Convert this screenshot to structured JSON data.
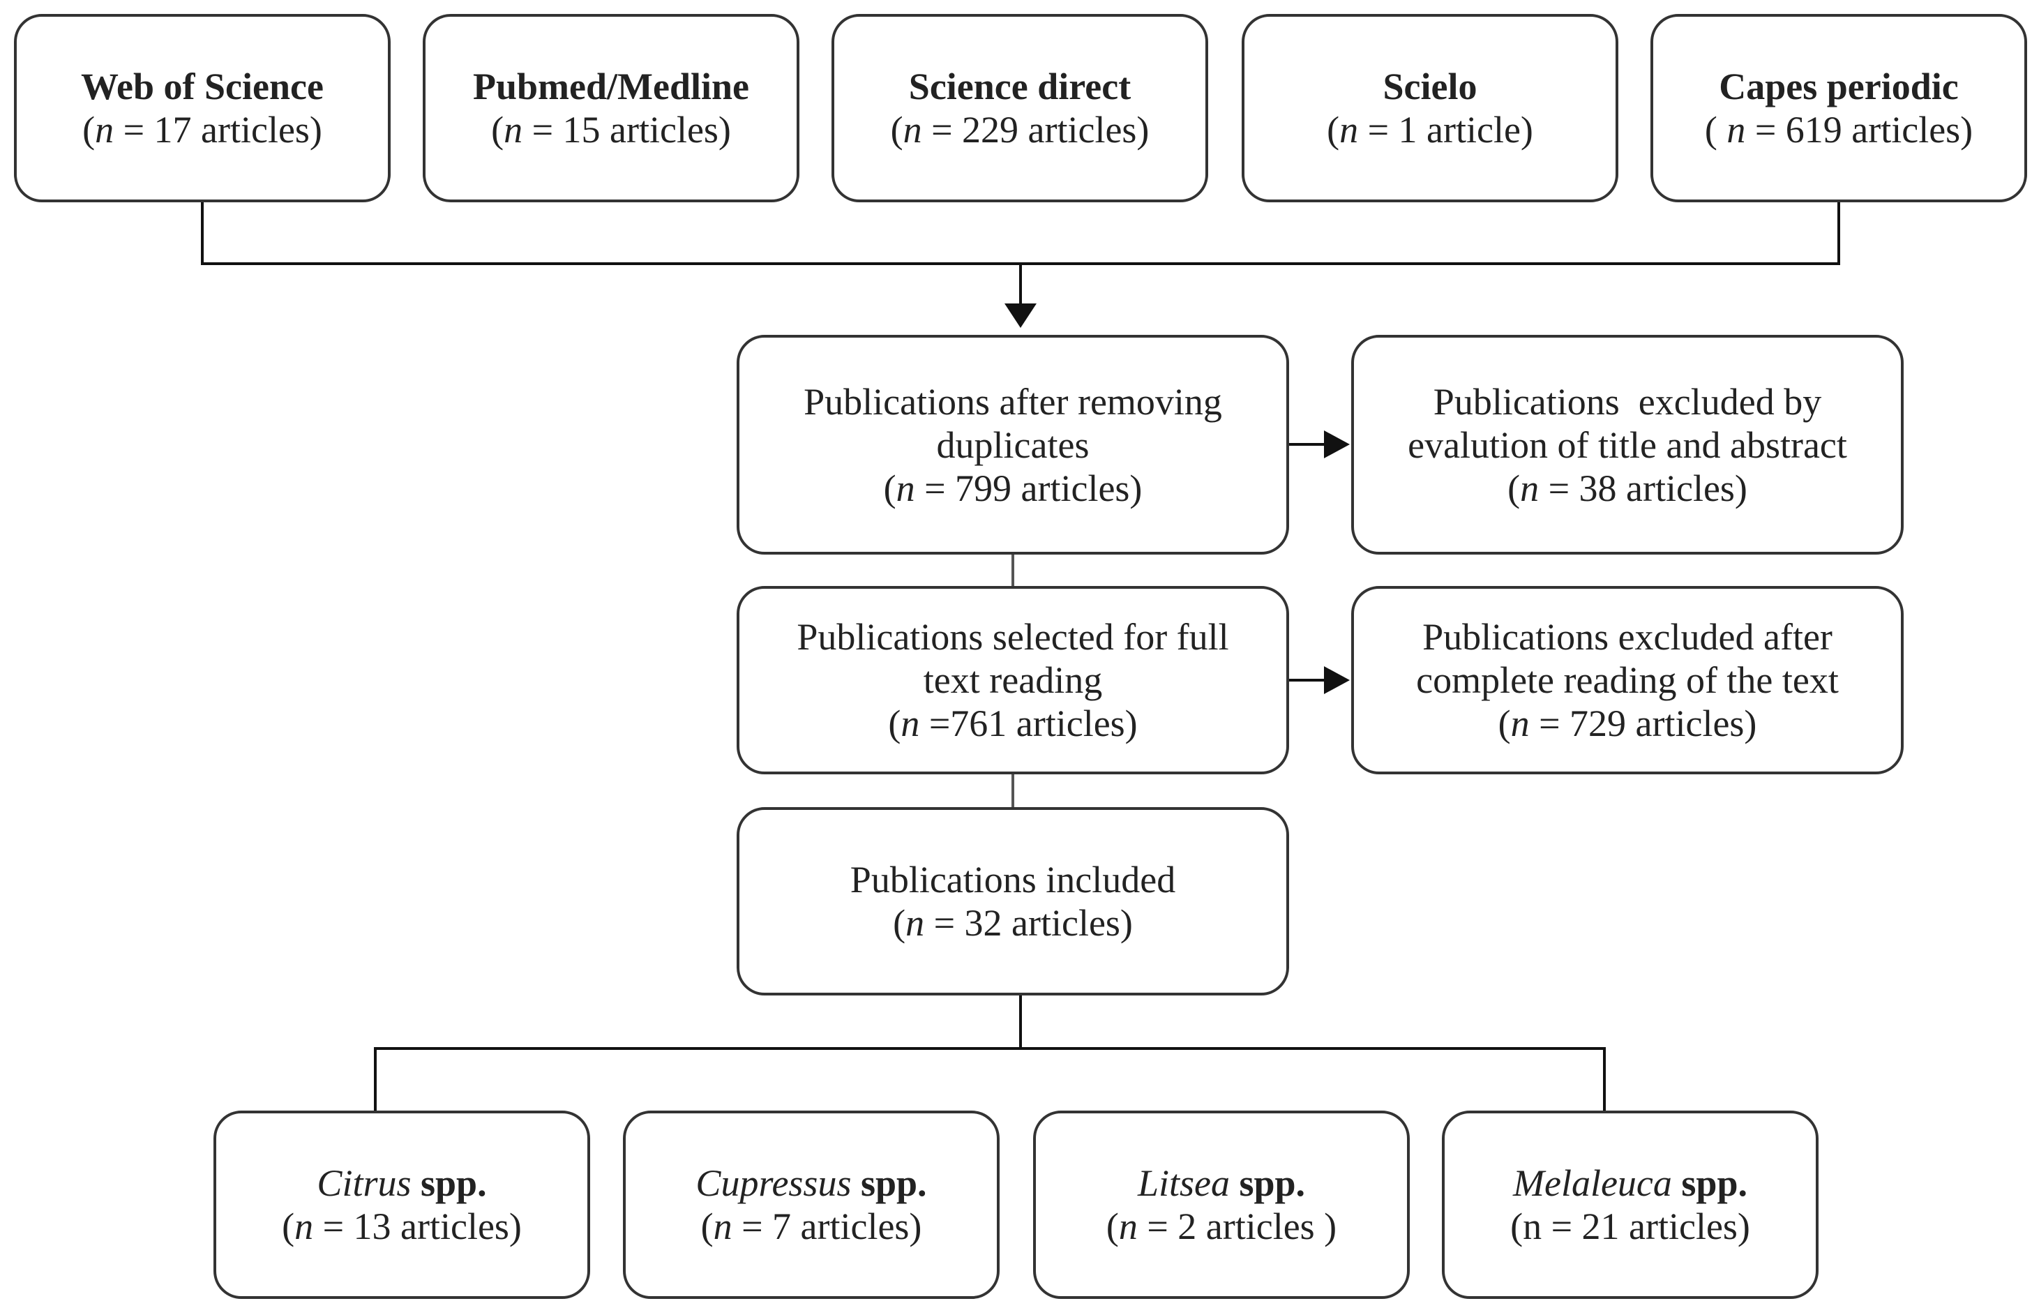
{
  "sources": [
    {
      "name": "Web of Science",
      "count_prefix": "(",
      "n": "n",
      "count_text": " = 17 articles)"
    },
    {
      "name": "Pubmed/Medline",
      "count_prefix": "(",
      "n": "n",
      "count_text": " = 15 articles)"
    },
    {
      "name": "Science direct",
      "count_prefix": "(",
      "n": "n",
      "count_text": " = 229 articles)"
    },
    {
      "name": "Scielo",
      "count_prefix": "(",
      "n": "n",
      "count_text": " = 1 article)"
    },
    {
      "name": "Capes periodic",
      "count_prefix": "( ",
      "n": "n",
      "count_text": " = 619 articles)"
    }
  ],
  "flow": {
    "dedup": {
      "line1": "Publications after removing",
      "line2": "duplicates",
      "count_prefix": "(",
      "n": "n",
      "count_text": " = 799 articles)"
    },
    "fulltext": {
      "line1": "Publications selected for full",
      "line2": "text reading",
      "count_prefix": "(",
      "n": "n",
      "count_text": " =761 articles)"
    },
    "included": {
      "line1": "Publications included",
      "count_prefix": "(",
      "n": "n",
      "count_text": " = 32 articles)"
    }
  },
  "excluded": {
    "title_abstract": {
      "line1": "Publications  excluded by",
      "line2": "evalution of title and abstract",
      "count_prefix": "(",
      "n": "n",
      "count_text": " = 38 articles)"
    },
    "full_text": {
      "line1": "Publications excluded after",
      "line2": "complete reading of the text",
      "count_prefix": "(",
      "n": "n",
      "count_text": " = 729 articles)"
    }
  },
  "genera": [
    {
      "genus": "Citrus",
      "suffix": " spp.",
      "count_prefix": "(",
      "n": "n",
      "count_text": " = 13 articles)"
    },
    {
      "genus": "Cupressus",
      "suffix": " spp.",
      "count_prefix": "(",
      "n": "n",
      "count_text": " = 7 articles)"
    },
    {
      "genus": "Litsea",
      "suffix": " spp.",
      "count_prefix": "(",
      "n": "n",
      "count_text": " = 2 articles )"
    },
    {
      "genus": "Melaleuca",
      "suffix": " spp.",
      "count_prefix": "(",
      "n": "",
      "count_text": "n = 21 articles)"
    }
  ],
  "colors": {
    "line": "#111111",
    "border": "#333333",
    "text": "#222222"
  }
}
